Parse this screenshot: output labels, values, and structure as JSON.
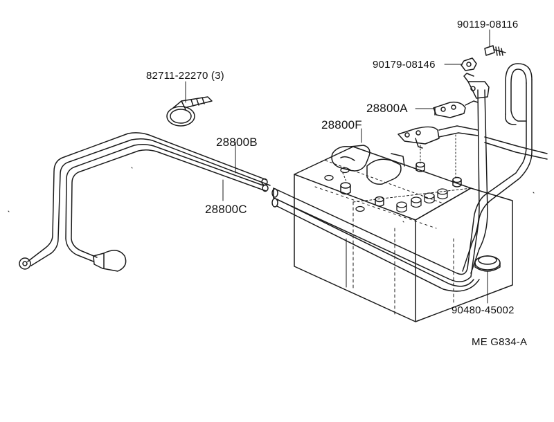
{
  "colors": {
    "line": "#1a1a1a",
    "background": "#ffffff"
  },
  "labels": {
    "part_90119": "90119-08116",
    "part_90179": "90179-08146",
    "part_82711": "82711-22270 (3)",
    "part_28800A": "28800A",
    "part_28800F": "28800F",
    "part_28800B": "28800B",
    "part_28800C": "28800C",
    "part_90480": "90480-45002",
    "diagram_code": "ME G834-A"
  }
}
